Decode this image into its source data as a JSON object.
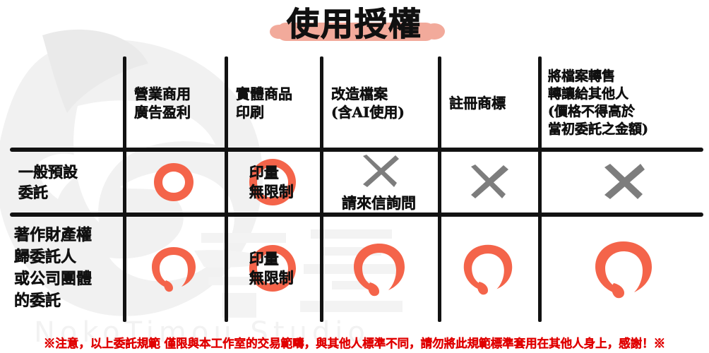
{
  "title": {
    "text": "使用授權",
    "highlight_color": "#f2aa9b"
  },
  "colors": {
    "circle_orange": "#f4644a",
    "cross_gray": "#7d7d7d",
    "rule_black": "#121212",
    "footer_red": "#e00000",
    "watermark_gray": "#f0f0f0"
  },
  "watermark": {
    "text": "NokoTimou Studio"
  },
  "table": {
    "columns": [
      {
        "key": "rowlabel",
        "label": ""
      },
      {
        "key": "commercial",
        "label": "營業商用\n廣告盈利"
      },
      {
        "key": "physical_print",
        "label": "實體商品\n印刷"
      },
      {
        "key": "modify_file",
        "label": "改造檔案\n(含AI使用)"
      },
      {
        "key": "trademark",
        "label": "註冊商標"
      },
      {
        "key": "resell",
        "label": "將檔案轉售\n轉讓給其他人\n(價格不得高於\n當初委託之金額)"
      }
    ],
    "rows": [
      {
        "label": "一般預設\n委託",
        "cells": [
          {
            "mark": "circle-closed",
            "overlay_text": "",
            "below_text": ""
          },
          {
            "mark": "circle-closed",
            "overlay_text": "印量\n無限制",
            "below_text": ""
          },
          {
            "mark": "cross",
            "overlay_text": "",
            "below_text": "請來信詢問"
          },
          {
            "mark": "cross",
            "overlay_text": "",
            "below_text": ""
          },
          {
            "mark": "cross",
            "overlay_text": "",
            "below_text": ""
          }
        ]
      },
      {
        "label": "著作財產權\n歸委託人\n或公司團體\n的委託",
        "cells": [
          {
            "mark": "circle-open",
            "overlay_text": "",
            "below_text": ""
          },
          {
            "mark": "circle-closed",
            "overlay_text": "印量\n無限制",
            "below_text": ""
          },
          {
            "mark": "circle-open",
            "overlay_text": "",
            "below_text": ""
          },
          {
            "mark": "circle-open",
            "overlay_text": "",
            "below_text": ""
          },
          {
            "mark": "circle-open",
            "overlay_text": "",
            "below_text": ""
          }
        ]
      }
    ]
  },
  "footer": {
    "note": "※注意，以上委託規範 僅限與本工作室的交易範疇，與其他人標準不同，請勿將此規範標準套用在其他人身上，感謝！※"
  }
}
